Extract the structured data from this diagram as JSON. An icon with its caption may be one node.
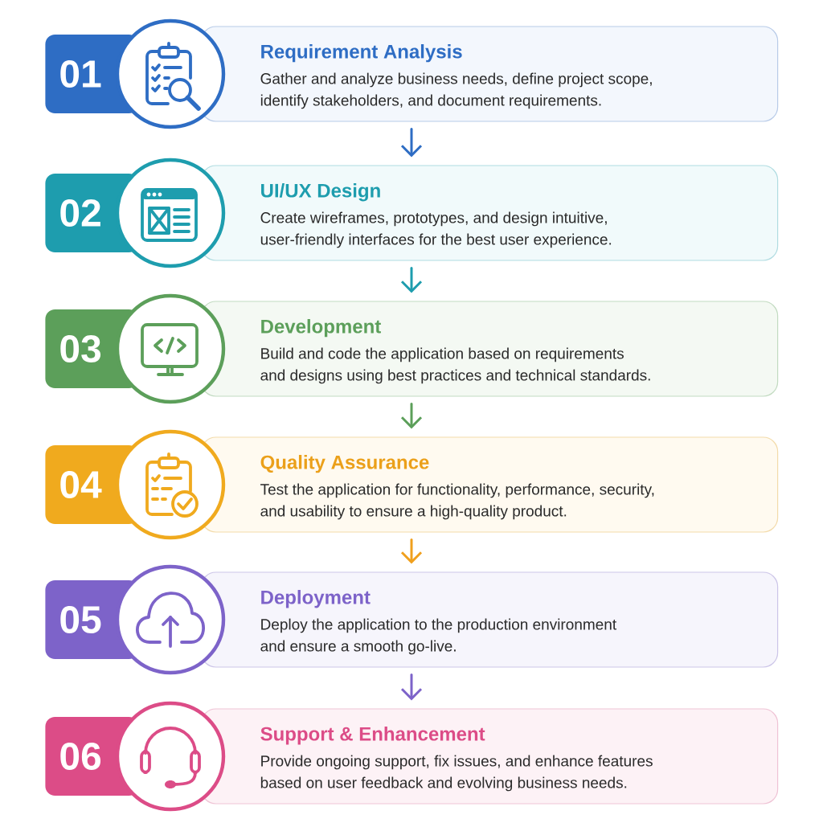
{
  "diagram": {
    "nodes": [
      {
        "text": [
          "01"
        ]
      },
      {
        "text": [
          "Requirement Analysis",
          "Gather and analyze business needs, define project scope, identify stakeholders, and document requirements."
        ]
      },
      {
        "text": [
          "02"
        ]
      },
      {
        "text": [
          "UI/UX Design",
          "Create wireframes, prototypes, and design intuitive, user-friendly interfaces for the best user experience."
        ]
      },
      {
        "text": [
          "03"
        ]
      },
      {
        "text": [
          "Development",
          "Build and code the application based on requirements and designs using best practices and technical standards."
        ]
      },
      {
        "text": [
          "04"
        ]
      },
      {
        "text": [
          "Quality Assurance",
          "Test the application for functionality, performance, security, and usability to ensure a high-quality product."
        ]
      },
      {
        "text": [
          "05"
        ]
      },
      {
        "text": [
          "Deployment",
          "Deploy the application to the production environment and ensure a smooth go-live."
        ]
      },
      {
        "text": [
          "06"
        ]
      },
      {
        "text": [
          "Support & Enhancement",
          "Provide ongoing support, fix issues, and enhance features based on user feedback and evolving business needs."
        ]
      }
    ],
    "edges": [
      {
        "from": 1,
        "to": 3,
        "arrow": "to",
        "color": "#2e6dc4"
      },
      {
        "from": 3,
        "to": 5,
        "arrow": "to",
        "color": "#1e9dae"
      },
      {
        "from": 5,
        "to": 7,
        "arrow": "to",
        "color": "#5c9f5a"
      },
      {
        "from": 7,
        "to": 9,
        "arrow": "to",
        "color": "#f0a01e"
      },
      {
        "from": 9,
        "to": 11,
        "arrow": "to",
        "color": "#7d63c9"
      }
    ]
  }
}
